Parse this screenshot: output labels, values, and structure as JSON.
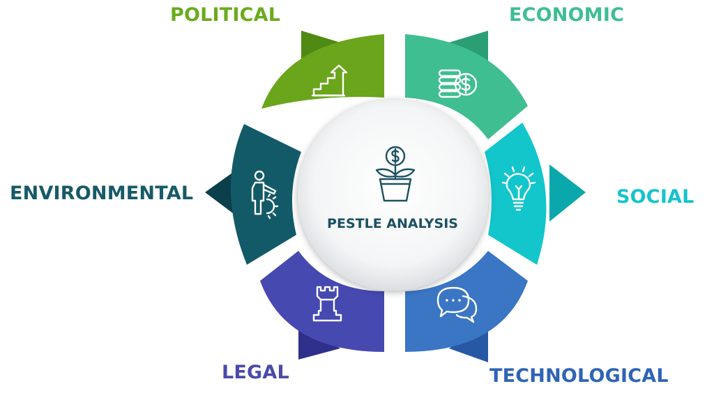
{
  "center": {
    "title": "PESTLE ANALYSIS",
    "icon": "money-plant-icon"
  },
  "segments": [
    {
      "key": "political",
      "label": "POLITICAL",
      "color": "#6aa51c",
      "tab_color": "#4f8a12",
      "label_color": "#6aab1d",
      "icon": "growth-chart-icon"
    },
    {
      "key": "economic",
      "label": "ECONOMIC",
      "color": "#3fbe91",
      "tab_color": "#2b9f74",
      "label_color": "#3fbe91",
      "icon": "coins-icon"
    },
    {
      "key": "social",
      "label": "SOCIAL",
      "color": "#12c6cc",
      "tab_color": "#0aa8ad",
      "label_color": "#16c3cd",
      "icon": "lightbulb-icon"
    },
    {
      "key": "technological",
      "label": "TECHNOLOGICAL",
      "color": "#3a76c4",
      "tab_color": "#2658a6",
      "label_color": "#2f64b6",
      "icon": "chat-bubbles-icon"
    },
    {
      "key": "legal",
      "label": "LEGAL",
      "color": "#4649b0",
      "tab_color": "#2f2f8c",
      "label_color": "#4a4aaa",
      "icon": "chess-rook-icon"
    },
    {
      "key": "environmental",
      "label": "ENVIRONMENTAL",
      "color": "#135a68",
      "tab_color": "#0b3f4b",
      "label_color": "#175a68",
      "icon": "person-gear-icon"
    }
  ],
  "colors": {
    "center_title": "#1c5062",
    "center_circle": "#ffffff",
    "icon_stroke": "#ffffff"
  }
}
